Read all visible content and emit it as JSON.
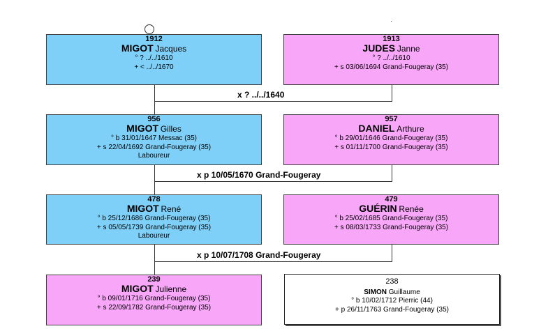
{
  "persons": {
    "p1912": {
      "num": "1912",
      "surname": "MIGOT",
      "given": "Jacques",
      "lines": [
        "° ? ../../1610",
        "+ < ../../1670"
      ]
    },
    "p1913": {
      "num": "1913",
      "surname": "JUDES",
      "given": "Janne",
      "lines": [
        "° ? ../../1610",
        "+ s 03/06/1694 Grand-Fougeray (35)"
      ]
    },
    "p956": {
      "num": "956",
      "surname": "MIGOT",
      "given": "Gilles",
      "lines": [
        "° b 31/01/1647 Messac (35)",
        "+ s 22/04/1692 Grand-Fougeray (35)",
        "Laboureur"
      ]
    },
    "p957": {
      "num": "957",
      "surname": "DANIEL",
      "given": "Arthure",
      "lines": [
        "° b 29/01/1646 Grand-Fougeray (35)",
        "+ s 01/11/1700 Grand-Fougeray (35)"
      ]
    },
    "p478": {
      "num": "478",
      "surname": "MIGOT",
      "given": "René",
      "lines": [
        "° b 25/12/1686 Grand-Fougeray (35)",
        "+ s 05/05/1739 Grand-Fougeray (35)",
        "Laboureur"
      ]
    },
    "p479": {
      "num": "479",
      "surname": "GUÉRIN",
      "given": "Renée",
      "lines": [
        "° b 25/02/1685 Grand-Fougeray (35)",
        "+ s 08/03/1733 Grand-Fougeray (35)"
      ]
    },
    "p239": {
      "num": "239",
      "surname": "MIGOT",
      "given": "Julienne",
      "lines": [
        "° b 09/01/1716 Grand-Fougeray (35)",
        "+ s 22/09/1782 Grand-Fougeray (35)"
      ]
    },
    "p238": {
      "num": "238",
      "surname": "SIMON",
      "given": "Guillaume",
      "lines": [
        "° b 10/02/1712 Pierric (44)",
        "+ p 26/11/1763 Grand-Fougeray (35)"
      ]
    }
  },
  "marriages": {
    "m1": "x ? ../../1640",
    "m2": "x p 10/05/1670 Grand-Fougeray",
    "m3": "x p 10/07/1708 Grand-Fougeray"
  },
  "colors": {
    "male": "#7fd0f8",
    "female": "#f8a6f8",
    "other": "#ffffff"
  }
}
